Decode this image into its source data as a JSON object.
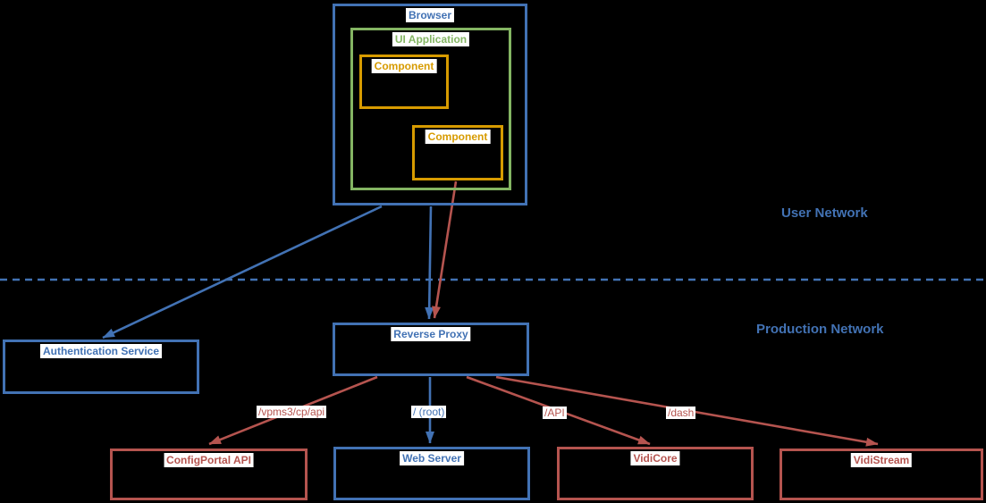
{
  "colors": {
    "background": "#000000",
    "blue": "#4272b4",
    "red": "#b5544f",
    "green": "#84b563",
    "orange": "#d79b00",
    "label_bg": "#ffffff"
  },
  "zones": {
    "user_network": "User Network",
    "production_network": "Production Network"
  },
  "nodes": {
    "browser": "Browser",
    "ui_application": "UI Application",
    "component_1": "Component",
    "component_2": "Component",
    "authentication_service": "Authentication Service",
    "reverse_proxy": "Reverse Proxy",
    "config_portal_api": "ConfigPortal API",
    "web_server": "Web Server",
    "vidicore": "VidiCore",
    "vidistream": "VidiStream"
  },
  "edge_labels": {
    "config_portal_route": "/vpms3/cp/api",
    "web_server_route": "/ (root)",
    "vidicore_route": "/API",
    "vidistream_route": "/dash"
  }
}
